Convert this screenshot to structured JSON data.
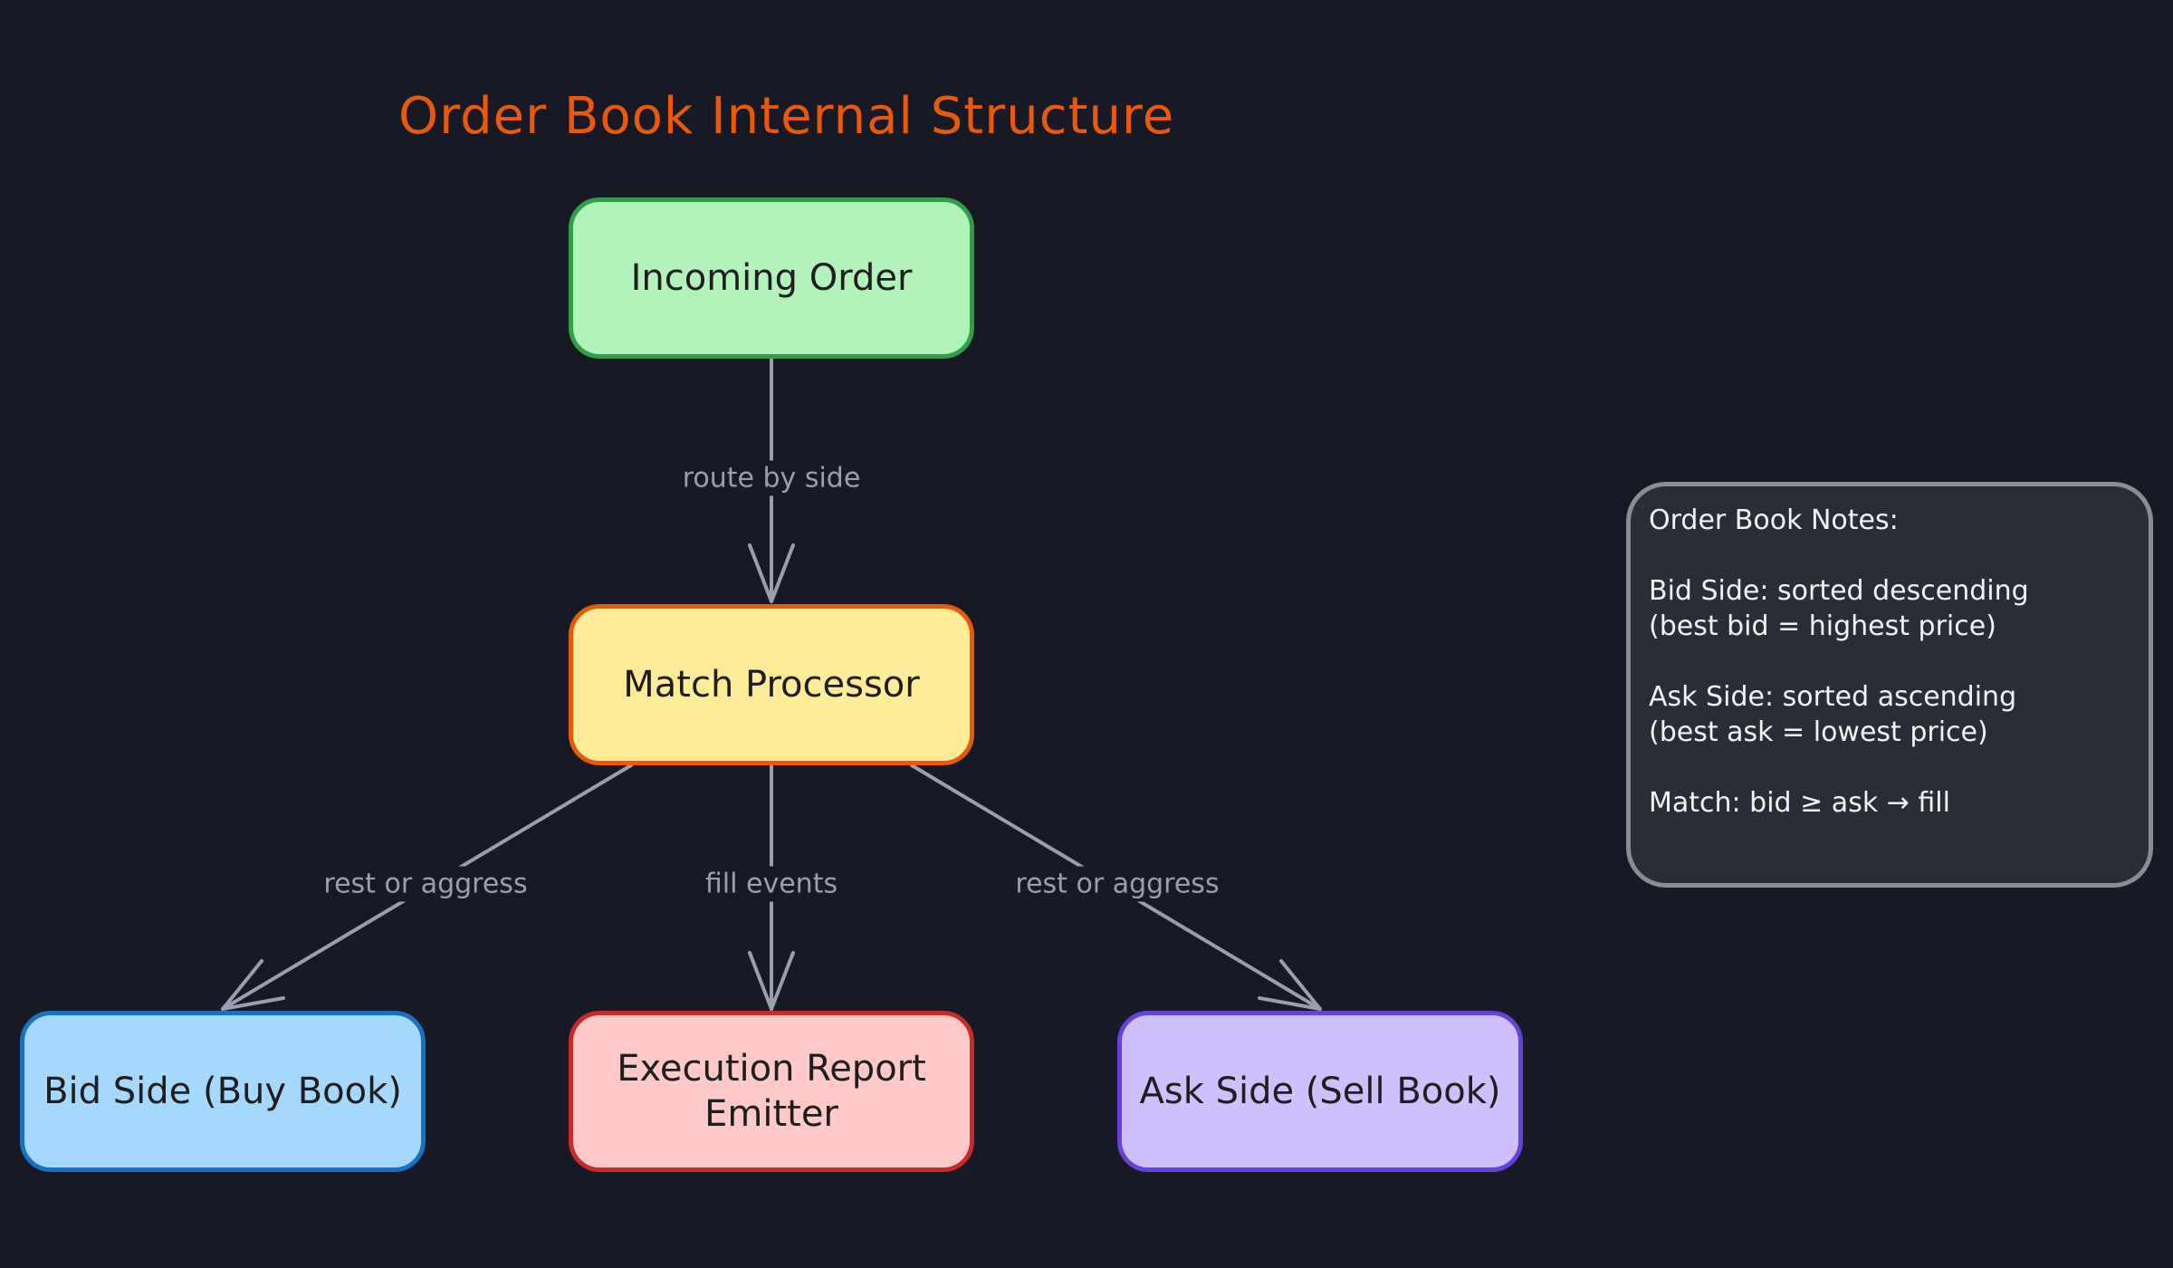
{
  "title": "Order Book Internal Structure",
  "nodes": {
    "incoming_order": "Incoming Order",
    "match_processor": "Match Processor",
    "bid_side": "Bid Side (Buy Book)",
    "execution_report": "Execution Report\nEmitter",
    "ask_side": "Ask Side (Sell Book)"
  },
  "edges": {
    "route_by_side": "route by side",
    "rest_or_aggress_left": "rest or aggress",
    "fill_events": "fill events",
    "rest_or_aggress_right": "rest or aggress"
  },
  "notes": {
    "lines": [
      "Order Book Notes:",
      "",
      "Bid Side: sorted descending",
      "(best bid = highest price)",
      "",
      "Ask Side: sorted ascending",
      "(best ask = lowest price)",
      "",
      "Match: bid ≥ ask → fill"
    ]
  },
  "colors": {
    "background": "#171925",
    "title": "#e8590c",
    "arrow": "#9aa0aa",
    "incoming_fill": "#b2f2bb",
    "incoming_stroke": "#2f9e44",
    "match_fill": "#ffec99",
    "match_stroke": "#e8590c",
    "bid_fill": "#a5d8ff",
    "bid_stroke": "#1971c2",
    "exec_fill": "#ffc9c9",
    "exec_stroke": "#c92a2a",
    "ask_fill": "#d0bfff",
    "ask_stroke": "#6741d9",
    "notes_fill": "#2a2c36",
    "notes_stroke": "#868e96"
  }
}
